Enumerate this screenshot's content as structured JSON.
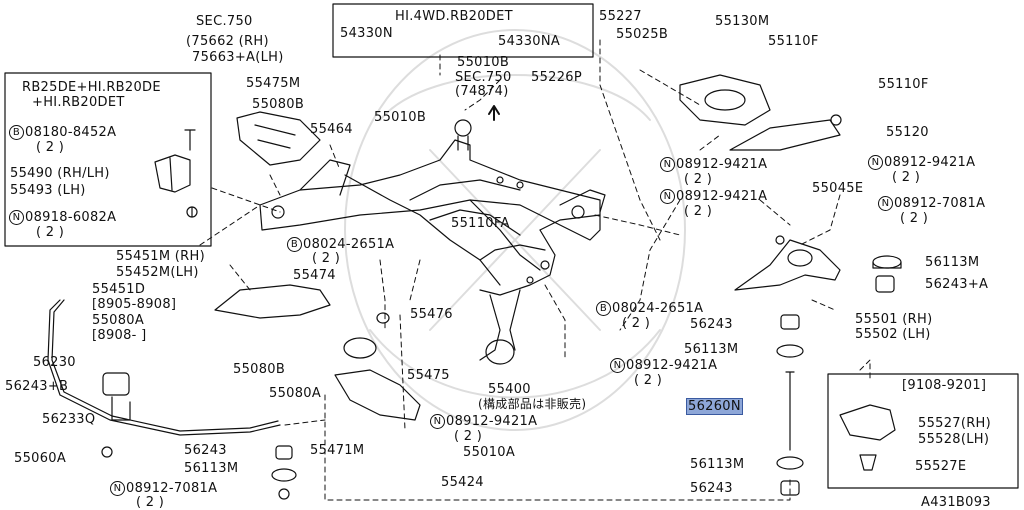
{
  "diagram_id": "A431B093",
  "boxes": {
    "engine_variant": {
      "lines": [
        "RB25DE+HI.RB20DE",
        "+HI.RB20DET"
      ]
    },
    "hi4wd": {
      "title": "HI.4WD.RB20DET"
    },
    "date_range_1": {
      "title": "[9108-9201]"
    }
  },
  "sec_refs": {
    "sec750_a": {
      "title": "SEC.750",
      "lines": [
        "(75662 (RH)",
        "75663+A(LH)"
      ]
    },
    "sec750_b": {
      "title": "SEC.750",
      "sub": "(74874)"
    }
  },
  "part_labels": {
    "p54330N": "54330N",
    "p54330NA": "54330NA",
    "p55010B_top": "55010B",
    "p55010B_left": "55010B",
    "p55227": "55227",
    "p55025B": "55025B",
    "p55226P": "55226P",
    "p55130M": "55130M",
    "p55110F_a": "55110F",
    "p55110F_b": "55110F",
    "p55475M": "55475M",
    "p55080B_top": "55080B",
    "p55464": "55464",
    "p08180": "08180-8452A",
    "p08180_qty": "( 2 )",
    "p55490": "55490 (RH/LH)",
    "p55493": "55493 (LH)",
    "p08918": "08918-6082A",
    "p08918_qty": "( 2 )",
    "p55120": "55120",
    "p08912_a": "08912-9421A",
    "p08912_a_qty": "( 2 )",
    "p08912_b": "08912-9421A",
    "p08912_b_qty": "( 2 )",
    "p08912_c": "08912-9421A",
    "p08912_c_qty": "( 2 )",
    "p55045E": "55045E",
    "p08912_7081_a": "08912-7081A",
    "p08912_7081_a_qty": "( 2 )",
    "p55110FA": "55110FA",
    "p08024_a": "08024-2651A",
    "p08024_a_qty": "( 2 )",
    "p55451M": "55451M (RH)",
    "p55452M": "55452M(LH)",
    "p55474": "55474",
    "p55451D": "55451D",
    "p55451D_date": "[8905-8908]",
    "p55080A_a": "55080A",
    "p55080A_a_date": "[8908-   ]",
    "p56113M_a": "56113M",
    "p56243A": "56243+A",
    "p55476": "55476",
    "p08024_b": "08024-2651A",
    "p08024_b_qty": "( 2 )",
    "p55501": "55501 (RH)",
    "p55502": "55502 (LH)",
    "p56243_a": "56243",
    "p56230": "56230",
    "p56113M_b": "56113M",
    "p08912_d": "08912-9421A",
    "p08912_d_qty": "( 2 )",
    "p55080B_bot": "55080B",
    "p55475": "55475",
    "p55400": "55400",
    "p55400_note": "(構成部品は非販売)",
    "p56243B": "56243+B",
    "p55080A_b": "55080A",
    "p56260N": "56260N",
    "p56233Q": "56233Q",
    "p08912_e": "08912-9421A",
    "p08912_e_qty": "( 2 )",
    "p55527": "55527(RH)",
    "p55528": "55528(LH)",
    "p56243_b": "56243",
    "p55471M": "55471M",
    "p55010A": "55010A",
    "p55060A": "55060A",
    "p56113M_c": "56113M",
    "p55527E": "55527E",
    "p56113M_d": "56113M",
    "p08912_7081_b": "08912-7081A",
    "p08912_7081_b_qty": "( 2 )",
    "p55424": "55424",
    "p56243_c": "56243"
  },
  "markers": {
    "B": "B",
    "N": "N"
  },
  "highlight_color": "#8ea7d8"
}
